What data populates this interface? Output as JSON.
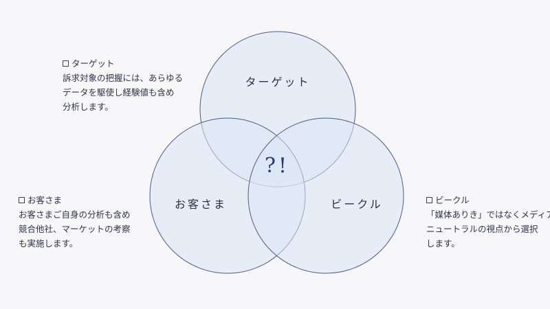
{
  "diagram": {
    "circles": {
      "target": "ターゲット",
      "customer": "お客さま",
      "vehicle": "ビークル"
    },
    "center_mark": "?!"
  },
  "notes": {
    "target": {
      "title": "ターゲット",
      "lines": [
        "訴求対象の把握には、あらゆる",
        "データを駆使し経験値も含め",
        "分析します。"
      ]
    },
    "customer": {
      "title": "お客さま",
      "lines": [
        "お客さまご自身の分析も含め",
        "競合他社、マーケットの考察",
        "も実施します。"
      ]
    },
    "vehicle": {
      "title": "ビークル",
      "lines": [
        "「媒体ありき」ではなくメディア",
        "ニュートラルの視点から選択",
        "します。"
      ]
    }
  },
  "colors": {
    "circle_fill": "#dbe6f4",
    "circle_stroke": "#4a5a8a",
    "text": "#2a2f45"
  }
}
